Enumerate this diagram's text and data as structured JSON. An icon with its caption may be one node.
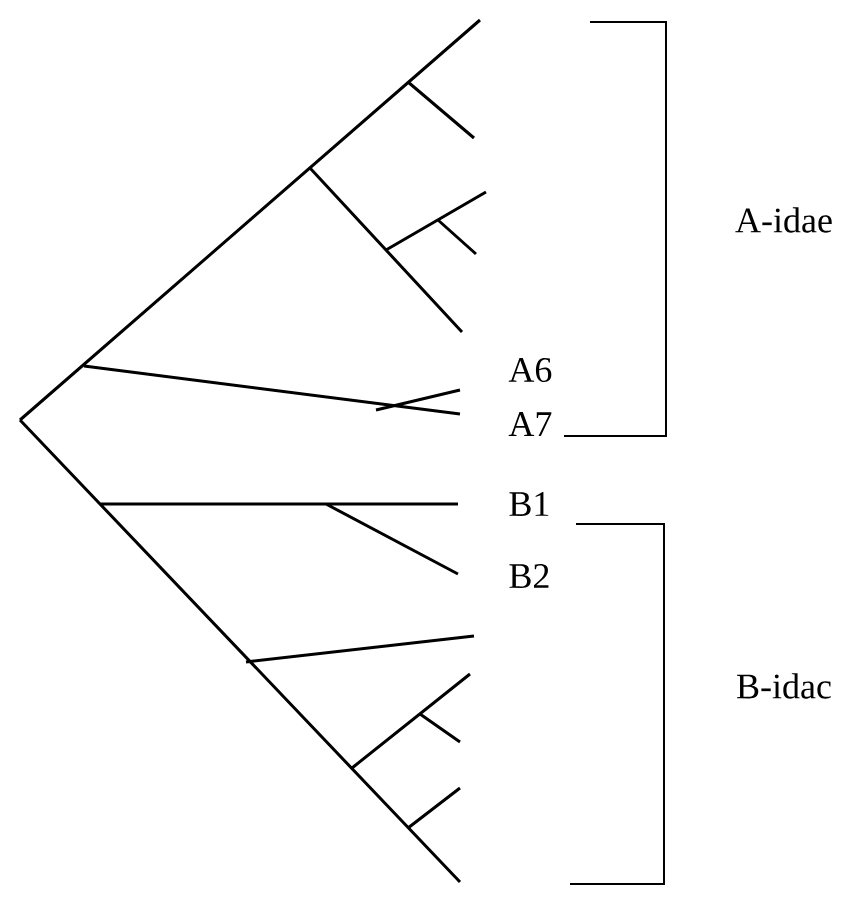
{
  "diagram": {
    "labels": [
      "A-idae",
      "A6",
      "A7",
      "B1",
      "B2",
      "B-idac"
    ]
  }
}
